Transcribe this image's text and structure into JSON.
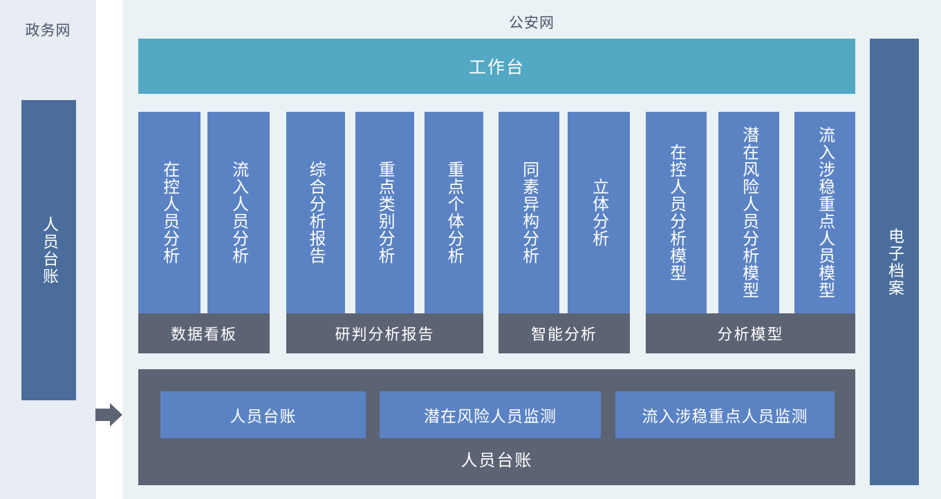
{
  "left_panel": {
    "title": "政务网",
    "block_label": "人员台账"
  },
  "flow_arrow": {
    "icon": "right-arrow-icon"
  },
  "right_panel": {
    "title": "公安网",
    "workbench_label": "工作台"
  },
  "groups": [
    {
      "label": "数据看板",
      "columns": [
        {
          "label": "在控人员分析"
        },
        {
          "label": "流入人员分析"
        }
      ]
    },
    {
      "label": "研判分析报告",
      "columns": [
        {
          "label": "综合分析报告"
        },
        {
          "label": "重点类别分析"
        },
        {
          "label": "重点个体分析"
        }
      ]
    },
    {
      "label": "智能分析",
      "columns": [
        {
          "label": "同素异构分析"
        },
        {
          "label": "立体分析"
        }
      ]
    },
    {
      "label": "分析模型",
      "columns": [
        {
          "label": "在控人员分析模型"
        },
        {
          "label": "潜在风险人员分析模型"
        },
        {
          "label": "流入涉稳重点人员模型"
        }
      ]
    }
  ],
  "ledger": {
    "caption": "人员台账",
    "boxes": [
      {
        "label": "人员台账"
      },
      {
        "label": "潜在风险人员监测"
      },
      {
        "label": "流入涉稳重点人员监测"
      }
    ]
  },
  "archive_panel": {
    "label": "电子档案"
  },
  "colors": {
    "teal_bar": "#53a8c4",
    "module_blue": "#5b83c4",
    "panel_blue": "#4a6d9c",
    "group_gray": "#5c6373",
    "left_bg": "#e8ecf3",
    "right_bg": "#eaf2f5",
    "title_text": "#4a5568"
  }
}
